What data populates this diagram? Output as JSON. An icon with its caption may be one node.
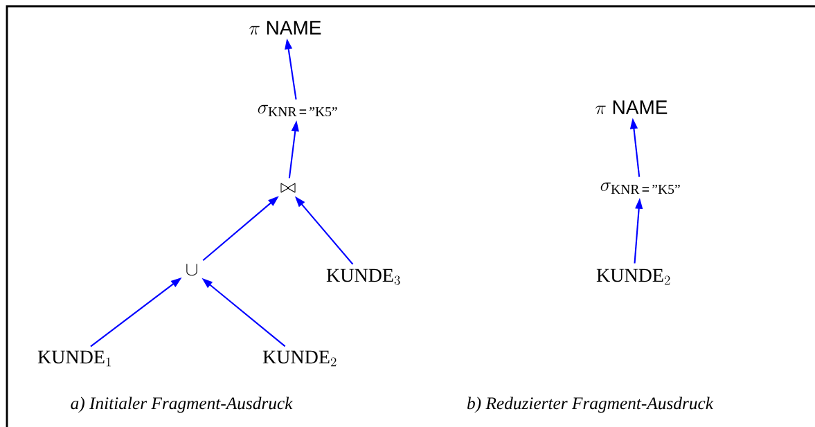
{
  "diagram": {
    "nodes": [
      {
        "text": [
          "\\pi\\;\\textsf{NAME}"
        ]
      },
      {
        "text": [
          "\\sigma_{\\text{KNR}\\,\\textsf{=}\\,\\text{\"K5\"}}"
        ]
      },
      {
        "text": [
          "\\bowtie"
        ]
      },
      {
        "text": [
          "\\cup"
        ]
      },
      {
        "text": [
          "\\text{KUNDE}_{3}"
        ]
      },
      {
        "text": [
          "\\text{KUNDE}_{1}"
        ]
      },
      {
        "text": [
          "\\text{KUNDE}_{2}"
        ]
      },
      {
        "text": [
          "\\pi\\;\\textsf{NAME}"
        ]
      },
      {
        "text": [
          "\\sigma_{\\text{KNR}\\,\\textsf{=}\\,\\text{\"K5\"}}"
        ]
      },
      {
        "text": [
          "\\text{KUNDE}_{2}"
        ]
      }
    ],
    "edges": [
      {
        "from": 1,
        "to": 0,
        "arrow": "to"
      },
      {
        "from": 2,
        "to": 1,
        "arrow": "to"
      },
      {
        "from": 3,
        "to": 2,
        "arrow": "to"
      },
      {
        "from": 4,
        "to": 2,
        "arrow": "to"
      },
      {
        "from": 5,
        "to": 3,
        "arrow": "to"
      },
      {
        "from": 6,
        "to": 3,
        "arrow": "to"
      },
      {
        "from": 8,
        "to": 7,
        "arrow": "to"
      },
      {
        "from": 9,
        "to": 8,
        "arrow": "to"
      }
    ],
    "labels": [
      "a) Initialer Fragment-Ausdruck",
      "b) Reduzierter Fragment-Ausdruck"
    ]
  }
}
